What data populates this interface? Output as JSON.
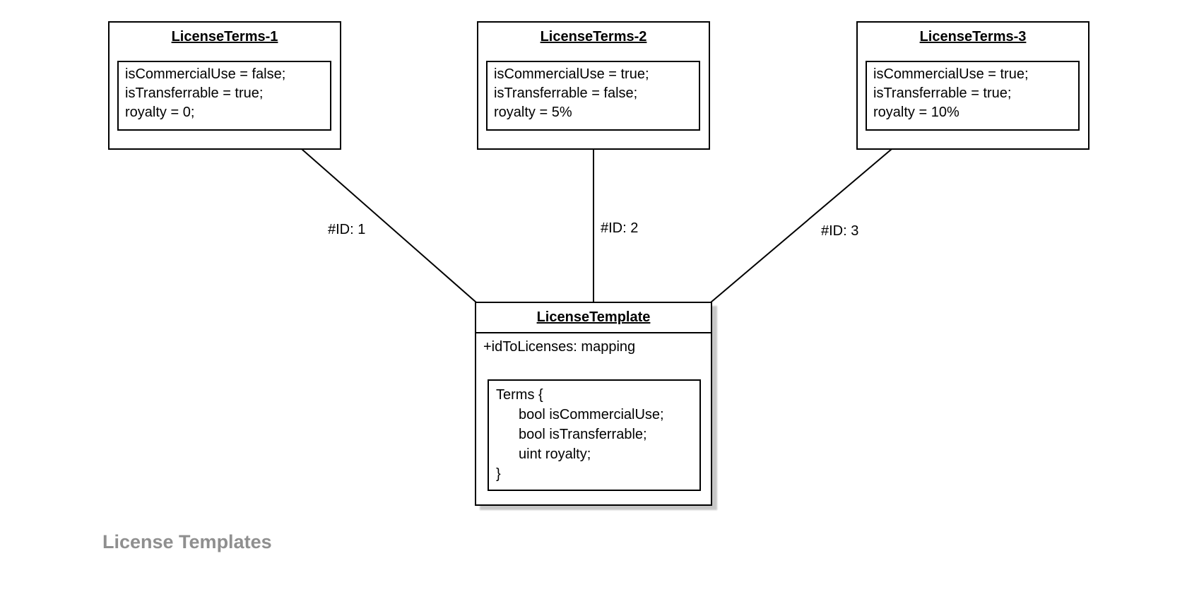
{
  "diagram": {
    "caption": "License Templates",
    "colors": {
      "stroke": "#000000",
      "fill": "#ffffff",
      "caption_text": "#8f8f8f",
      "shadow": "rgba(0,0,0,0.22)"
    },
    "nodes": {
      "terms1": {
        "title": "LicenseTerms-1",
        "properties": [
          "isCommercialUse = false;",
          "isTransferrable = true;",
          "royalty = 0;"
        ]
      },
      "terms2": {
        "title": "LicenseTerms-2",
        "properties": [
          "isCommercialUse = true;",
          "isTransferrable = false;",
          "royalty = 5%"
        ]
      },
      "terms3": {
        "title": "LicenseTerms-3",
        "properties": [
          "isCommercialUse = true;",
          "isTransferrable = true;",
          "royalty = 10%"
        ]
      },
      "template": {
        "title": "LicenseTemplate",
        "attribute": "+idToLicenses: mapping",
        "struct": {
          "open": "Terms {",
          "fields": [
            "bool isCommercialUse;",
            "bool isTransferrable;",
            "uint royalty;"
          ],
          "close": "}"
        }
      }
    },
    "edges": [
      {
        "label": "#ID: 1"
      },
      {
        "label": "#ID: 2"
      },
      {
        "label": "#ID: 3"
      }
    ]
  }
}
